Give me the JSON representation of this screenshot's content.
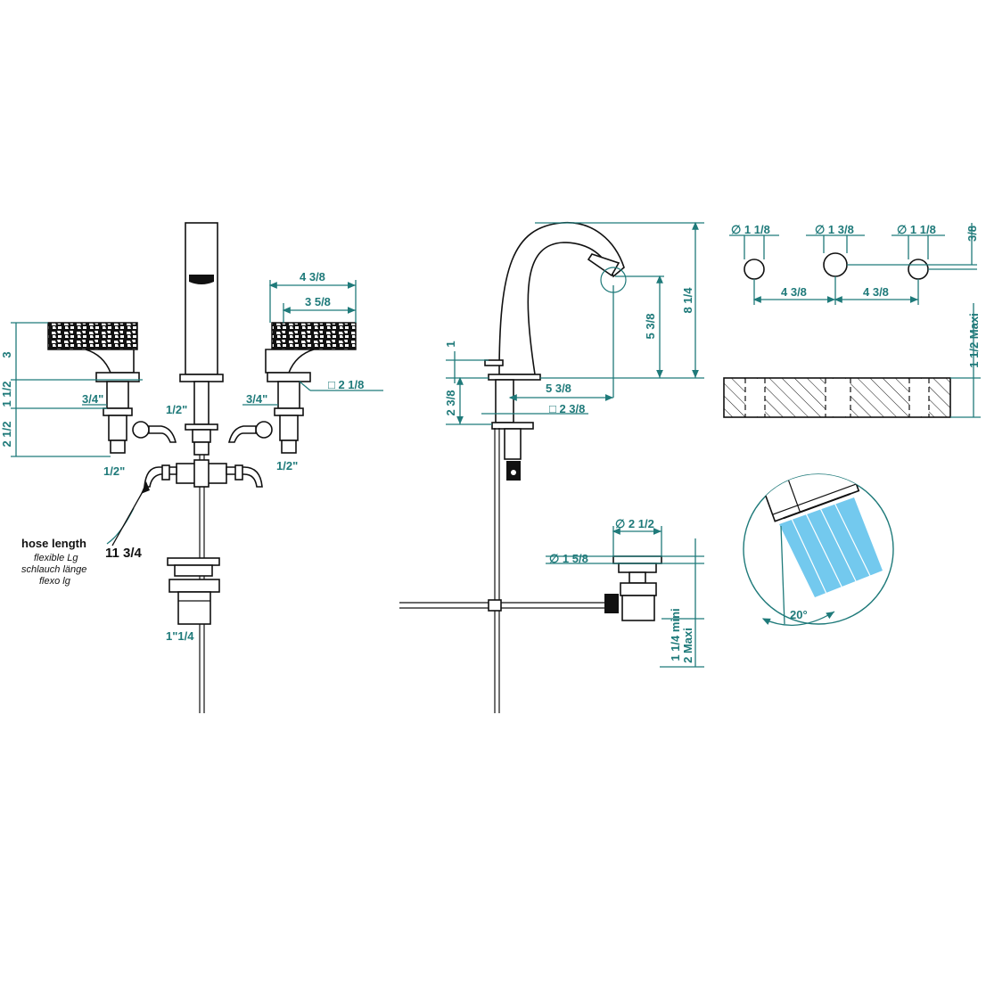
{
  "colors": {
    "dimension": "#1f7a7a",
    "outline": "#111111",
    "spray": "#5bc0eb",
    "background": "#ffffff"
  },
  "front_view": {
    "handle_height": "3",
    "left_body": "1 1/2",
    "left_body_lower": "2 1/2",
    "left_thread": "3/4\"",
    "left_inlet": "1/2\"",
    "center_inlet": "1/2\"",
    "right_thread": "3/4\"",
    "right_inlet": "1/2\"",
    "handle_width_outer": "4 3/8",
    "handle_width_inner": "3 5/8",
    "square_size": "□ 2 1/8",
    "drain_thread": "1\"1/4",
    "hose_value": "11 3/4",
    "hose_title": "hose length",
    "hose_lines": [
      "flexible Lg",
      "schlauch länge",
      "flexo lg"
    ]
  },
  "side_view": {
    "deck_offset": "1",
    "base_height": "2 3/8",
    "spout_reach": "5 3/8",
    "spout_outlet_height": "5 3/8",
    "total_height": "8 1/4",
    "square_size": "□ 2 3/8",
    "drain_outer_dia": "∅ 2 1/2",
    "drain_inner_dia": "∅ 1 5/8",
    "drain_depth_min": "1 1/4 mini",
    "drain_depth_max": "2 Maxi"
  },
  "top_view": {
    "hole_left": "∅ 1 1/8",
    "hole_center": "∅ 1 3/8",
    "hole_right": "∅ 1 1/8",
    "spacing_left": "4 3/8",
    "spacing_right": "4 3/8",
    "offset": "3/8",
    "deck_thickness_max": "1 1/2 Maxi"
  },
  "spray_detail": {
    "angle": "20°"
  }
}
